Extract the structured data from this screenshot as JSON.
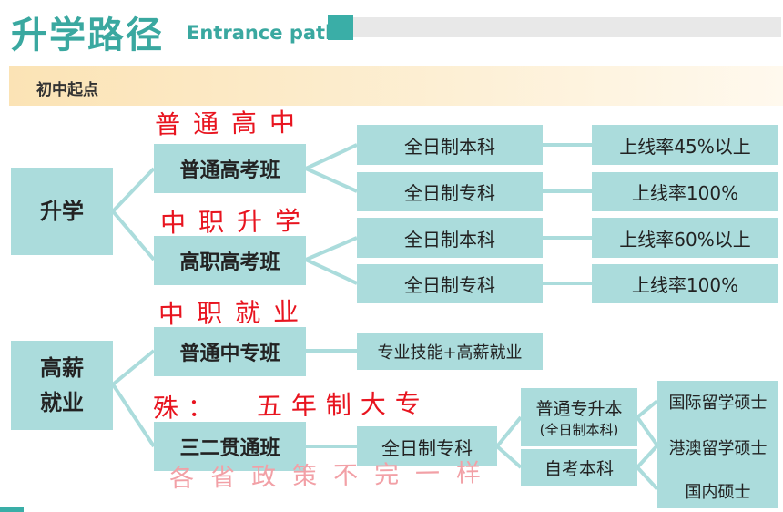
{
  "header": {
    "title": "升学路径",
    "subtitle": "Entrance path",
    "start_point": "初中起点"
  },
  "diagram": {
    "root_a": "升学",
    "root_b": "高薪\n就业",
    "classes": {
      "c1": "普通高考班",
      "c2": "高职高考班",
      "c3": "普通中专班",
      "c4": "三二贯通班"
    },
    "paths": {
      "p1": "全日制本科",
      "p2": "全日制专科",
      "p3": "全日制本科",
      "p4": "全日制专科",
      "p5": "专业技能+高薪就业",
      "p6": "全日制专科"
    },
    "rates": {
      "r1": "上线率45%以上",
      "r2": "上线率100%",
      "r3": "上线率60%以上",
      "r4": "上线率100%"
    },
    "upgrade": {
      "u1_main": "普通专升本",
      "u1_sub": "(全日制本科)",
      "u2": "自考本科"
    },
    "masters": {
      "m1": "国际留学硕士",
      "m2": "港澳留学硕士",
      "m3": "国内硕士"
    }
  },
  "annotations": {
    "n1": "普通高中",
    "n2": "中职升学",
    "n3": "中职就业",
    "n4": "殊：  五年制大专",
    "n5": "各省政策不完一样"
  },
  "colors": {
    "teal": "#3aa8a0",
    "box_fill": "#abdcdc",
    "connector": "#abdcdc",
    "handwriting_red": "#e8141f"
  }
}
